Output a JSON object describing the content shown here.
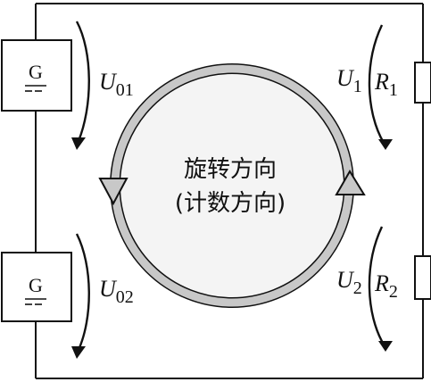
{
  "colors": {
    "stroke": "#111111",
    "ring_fill": "#c8c8c8",
    "center_fill": "#f4f4f4",
    "background": "#ffffff"
  },
  "sources": [
    {
      "symbol": "G",
      "voltage": {
        "main": "U",
        "sub": "01"
      }
    },
    {
      "symbol": "G",
      "voltage": {
        "main": "U",
        "sub": "02"
      }
    }
  ],
  "resistors": [
    {
      "label": {
        "main": "R",
        "sub": "1"
      },
      "voltage": {
        "main": "U",
        "sub": "1"
      }
    },
    {
      "label": {
        "main": "R",
        "sub": "2"
      },
      "voltage": {
        "main": "U",
        "sub": "2"
      }
    }
  ],
  "center": {
    "line1": "旋转方向",
    "line2": "(计数方向)"
  },
  "icons": {
    "loop_arrow": "circular-arrow-clockwise",
    "voltage_arrow": "curved-arrow-down"
  }
}
